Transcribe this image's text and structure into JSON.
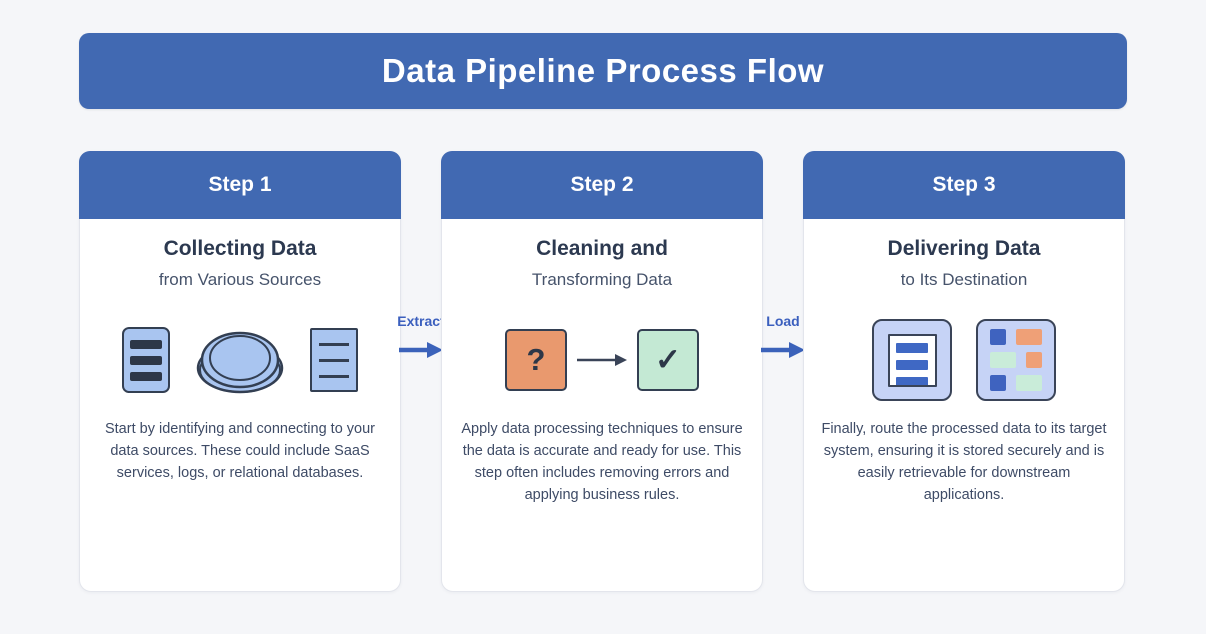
{
  "title": "Data Pipeline Process Flow",
  "connectors": [
    {
      "label": "Extract"
    },
    {
      "label": "Load"
    }
  ],
  "steps": [
    {
      "header": "Step 1",
      "title": "Collecting Data",
      "subtitle": "from Various Sources",
      "description": "Start by identifying and connecting to your data sources. These could include SaaS services, logs, or relational databases.",
      "icons": [
        "server-stack-icon",
        "data-disc-icon",
        "document-lines-icon"
      ]
    },
    {
      "header": "Step 2",
      "title": "Cleaning and",
      "subtitle": "Transforming Data",
      "description": "Apply data processing techniques to ensure the data is accurate and ready for use. This step often includes removing errors and applying business rules.",
      "icons": [
        "question-box-icon",
        "transform-arrow-icon",
        "check-box-icon"
      ],
      "glyphs": {
        "question": "?",
        "check": "✓"
      }
    },
    {
      "header": "Step 3",
      "title": "Delivering Data",
      "subtitle": "to Its Destination",
      "description": "Finally, route the processed data to its target system, ensuring it is stored securely and is easily retrievable for downstream applications.",
      "icons": [
        "report-document-icon",
        "dashboard-grid-icon"
      ]
    }
  ],
  "colors": {
    "banner_blue": "#4169b2",
    "arrow_blue": "#3b62ba",
    "icon_light_blue": "#a9c5f0",
    "icon_periwinkle": "#c6d3f6",
    "icon_orange": "#e9996e",
    "icon_green": "#c4e9d4",
    "outline_dark": "#333f52"
  }
}
